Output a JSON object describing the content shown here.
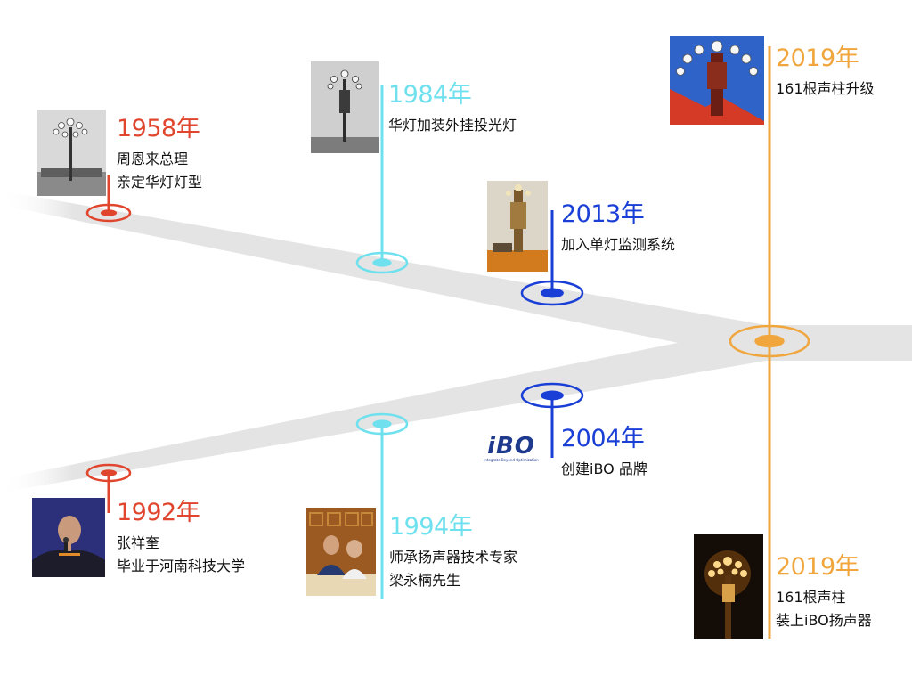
{
  "colors": {
    "red": "#e0452d",
    "cyan": "#6fe0ee",
    "blue": "#1a3fd6",
    "orange": "#f0a63c",
    "band": "#e6e6e6"
  },
  "milestones": [
    {
      "id": "1958",
      "year": "1958年",
      "lines": [
        "周恩来总理",
        "亲定华灯灯型"
      ],
      "color": "red"
    },
    {
      "id": "1984",
      "year": "1984年",
      "lines": [
        "华灯加装外挂投光灯"
      ],
      "color": "cyan"
    },
    {
      "id": "2013",
      "year": "2013年",
      "lines": [
        "加入单灯监测系统"
      ],
      "color": "blue"
    },
    {
      "id": "2019a",
      "year": "2019年",
      "lines": [
        "161根声柱升级"
      ],
      "color": "orange"
    },
    {
      "id": "1992",
      "year": "1992年",
      "lines": [
        "张祥奎",
        "毕业于河南科技大学"
      ],
      "color": "red"
    },
    {
      "id": "1994",
      "year": "1994年",
      "lines": [
        "师承扬声器技术专家",
        "梁永楠先生"
      ],
      "color": "cyan"
    },
    {
      "id": "2004",
      "year": "2004年",
      "lines": [
        "创建iBO 品牌"
      ],
      "color": "blue"
    },
    {
      "id": "2019b",
      "year": "2019年",
      "lines": [
        "161根声柱",
        "装上iBO扬声器"
      ],
      "color": "orange"
    }
  ],
  "logo": {
    "wordmark": "iBO",
    "tagline": "Integrate Beyond Optimization"
  }
}
